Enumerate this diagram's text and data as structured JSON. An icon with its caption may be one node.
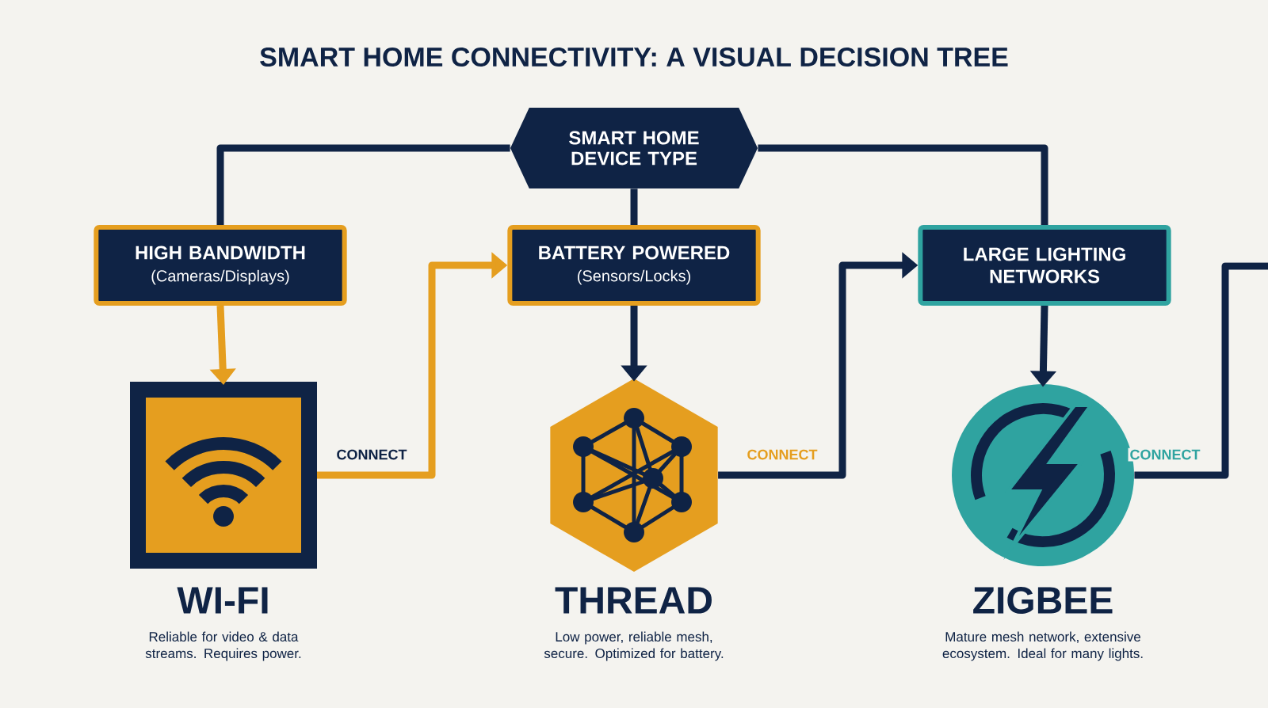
{
  "diagram": {
    "title": "SMART HOME CONNECTIVITY: A VISUAL DECISION TREE",
    "nodes": [
      {
        "text": [
          "SMART HOME DEVICE TYPE"
        ]
      },
      {
        "text": [
          "HIGH BANDWIDTH",
          "(Cameras/Displays)"
        ]
      },
      {
        "text": [
          "BATTERY POWERED",
          "(Sensors/Locks)"
        ]
      },
      {
        "text": [
          "LARGE LIGHTING NETWORKS"
        ]
      },
      {
        "text": [
          "WI-FI",
          "Reliable for video & data streams. Requires power."
        ]
      },
      {
        "text": [
          "THREAD",
          "Low power, reliable mesh, secure. Optimized for battery."
        ]
      },
      {
        "text": [
          "ZIGBEE",
          "Mature mesh network, extensive ecosystem. Ideal for many lights."
        ]
      }
    ],
    "edges": [
      {
        "from": 0,
        "to": 1,
        "arrow": "none"
      },
      {
        "from": 0,
        "to": 2,
        "arrow": "none"
      },
      {
        "from": 0,
        "to": 3,
        "arrow": "none"
      },
      {
        "from": 1,
        "to": 4,
        "arrow": "to",
        "color": "#e59e1f"
      },
      {
        "from": 2,
        "to": 5,
        "arrow": "to"
      },
      {
        "from": 3,
        "to": 6,
        "arrow": "to"
      },
      {
        "from": 4,
        "to": 2,
        "arrow": "to",
        "label": "CONNECT",
        "color": "#e59e1f"
      },
      {
        "from": 5,
        "to": 3,
        "arrow": "to",
        "label": "CONNECT"
      },
      {
        "from": 6,
        "to": null,
        "arrow": "none",
        "label": "CONNECT"
      }
    ]
  }
}
